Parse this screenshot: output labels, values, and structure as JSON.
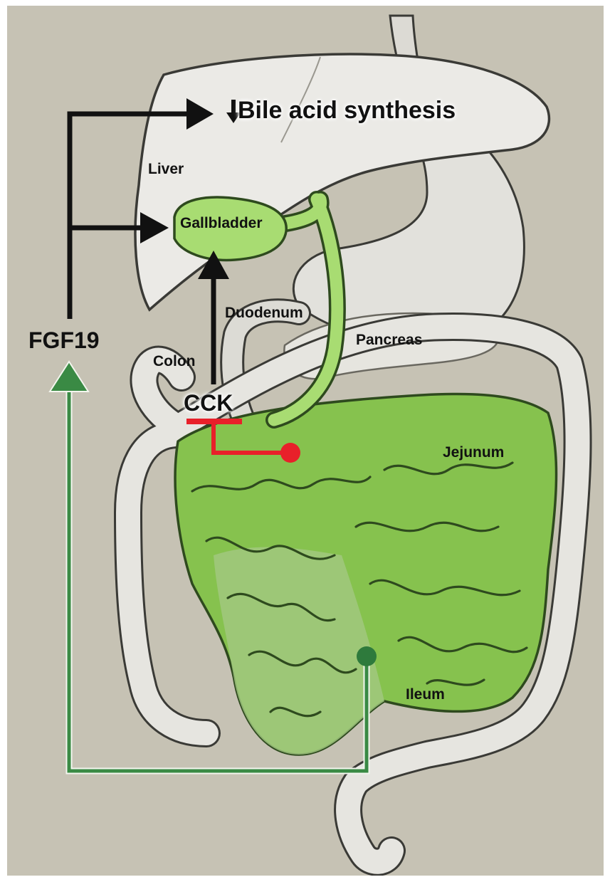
{
  "labels": {
    "bile": "Bile acid synthesis",
    "liver": "Liver",
    "gallbladder": "Gallbladder",
    "duodenum": "Duodenum",
    "pancreas": "Pancreas",
    "colon": "Colon",
    "fgf19": "FGF19",
    "cck": "CCK",
    "jejunum": "Jejunum",
    "ileum": "Ileum"
  },
  "colors": {
    "background": "#c6c2b4",
    "organ_fill": "#e4e3de",
    "organ_outline": "#3a3a36",
    "intestine_green": "#86c24e",
    "gallbladder_green": "#a8dc72",
    "stimulation_arrow": "#111111",
    "cck_inhibition": "#e8202a",
    "fgf19_signal": "#3a8a44"
  }
}
